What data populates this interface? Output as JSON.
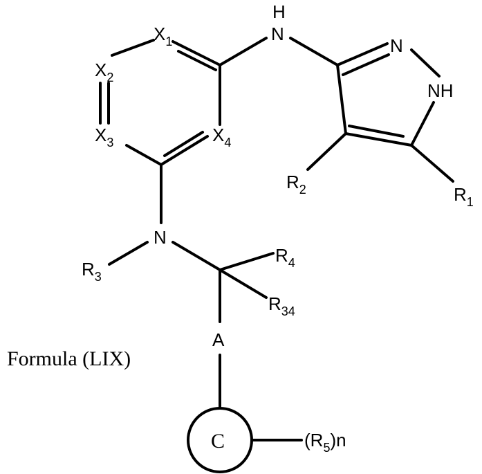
{
  "caption": "Formula (LIX)",
  "atoms": {
    "x1": {
      "base": "X",
      "sub": "1"
    },
    "x2": {
      "base": "X",
      "sub": "2"
    },
    "x3": {
      "base": "X",
      "sub": "3"
    },
    "x4": {
      "base": "X",
      "sub": "4"
    },
    "nh_h": "H",
    "nh_n": "N",
    "pyrazole_n": "N",
    "pyrazole_nh": "NH",
    "r1": {
      "base": "R",
      "sub": "1"
    },
    "r2": {
      "base": "R",
      "sub": "2"
    },
    "r3": {
      "base": "R",
      "sub": "3"
    },
    "r4": {
      "base": "R",
      "sub": "4"
    },
    "r34": {
      "base": "R",
      "sub": "34"
    },
    "amine_n": "N",
    "a": "A",
    "ring_c": "C",
    "r5n": {
      "pre": "(R",
      "sub": "5",
      "post": ")n"
    }
  }
}
